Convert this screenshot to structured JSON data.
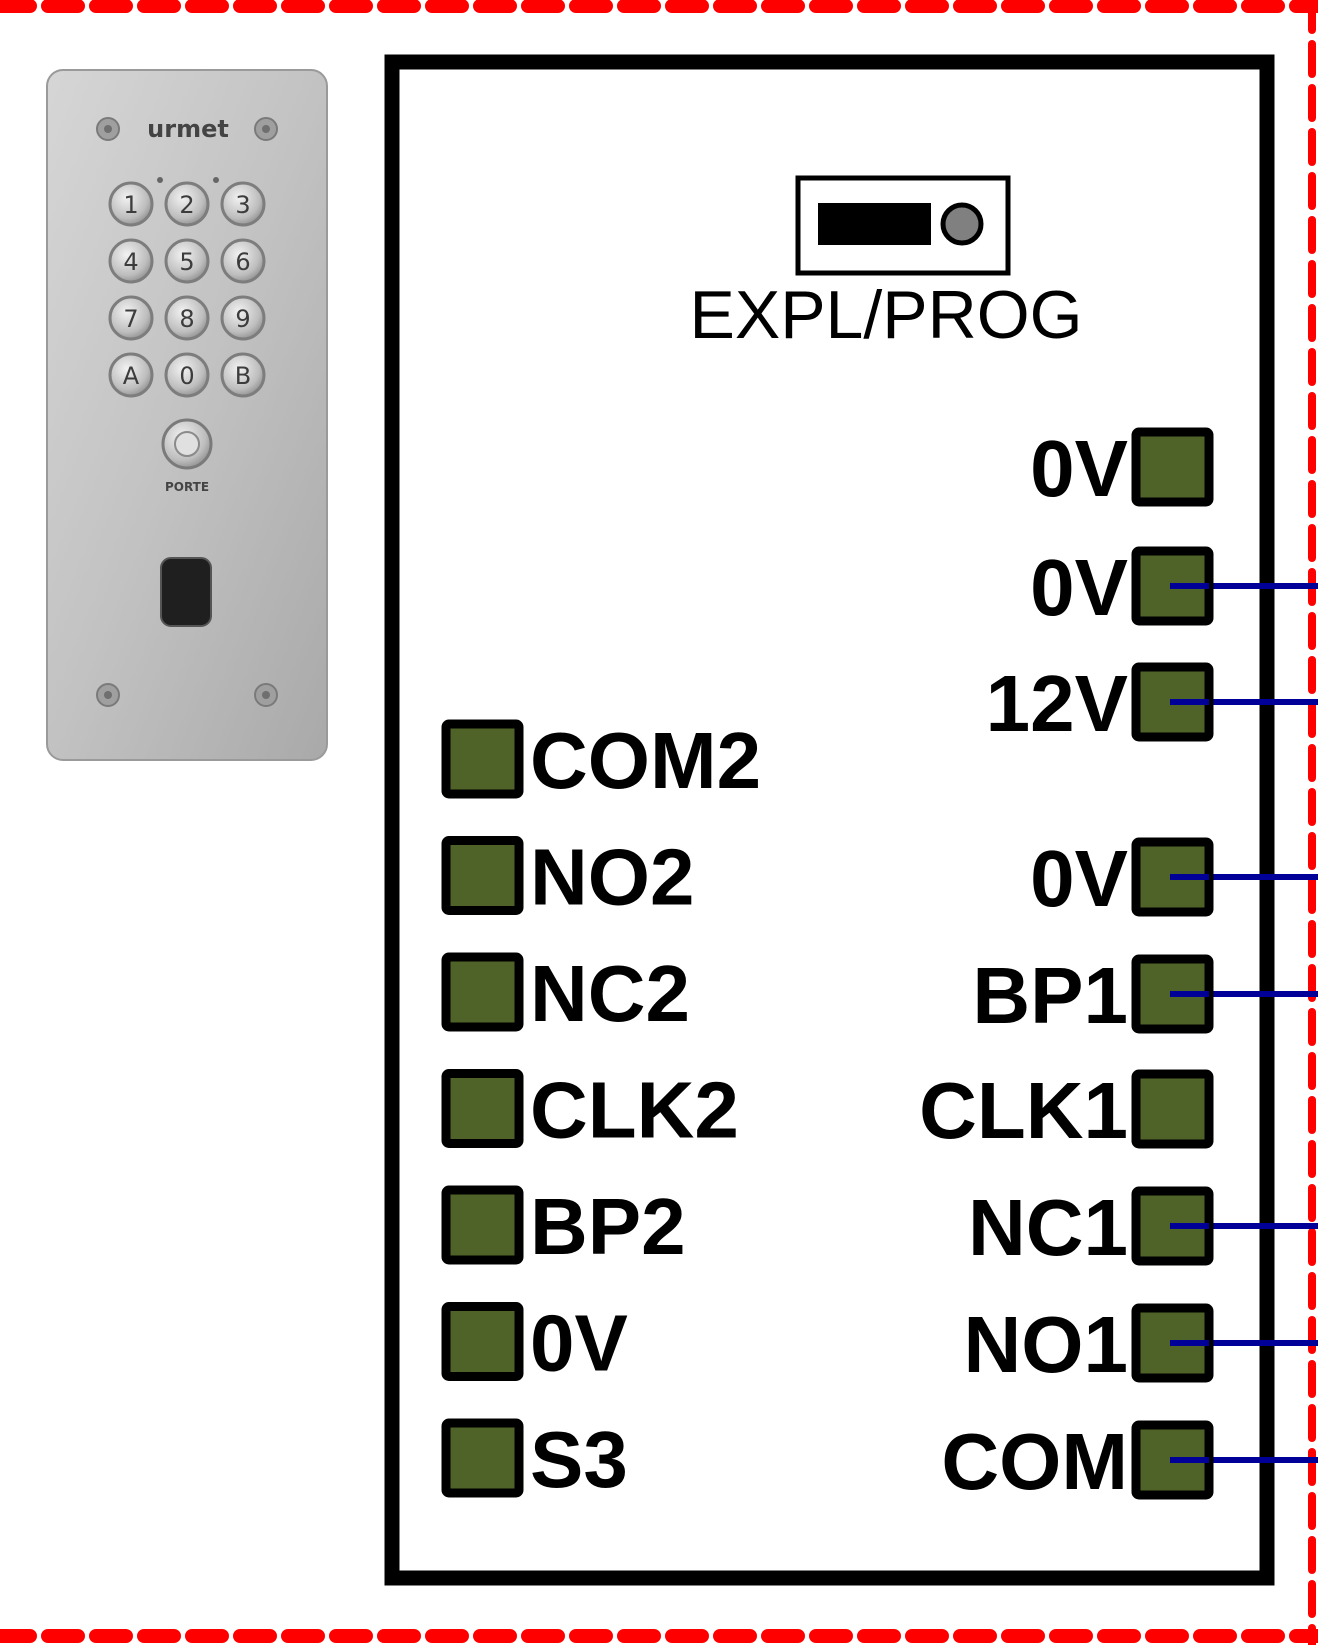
{
  "keypad": {
    "brand": "urmet",
    "keys": [
      "1",
      "2",
      "3",
      "4",
      "5",
      "6",
      "7",
      "8",
      "9",
      "A",
      "0",
      "B"
    ],
    "door_button_label": "PORTE"
  },
  "module": {
    "jumper_label": "EXPL/PROG",
    "left_terminals": [
      "COM2",
      "NO2",
      "NC2",
      "CLK2",
      "BP2",
      "0V",
      "S3"
    ],
    "right_terminals": [
      {
        "label": "0V",
        "wired": false
      },
      {
        "label": "0V",
        "wired": true
      },
      {
        "label": "12V",
        "wired": true
      },
      {
        "label": "0V",
        "wired": true
      },
      {
        "label": "BP1",
        "wired": true
      },
      {
        "label": "CLK1",
        "wired": false
      },
      {
        "label": "NC1",
        "wired": true
      },
      {
        "label": "NO1",
        "wired": true
      },
      {
        "label": "COM",
        "wired": true
      }
    ]
  },
  "colors": {
    "border_dash": "#ff0000",
    "terminal_fill": "#4f6228",
    "wire": "#000099",
    "panel_steel": "#c9c9c9"
  }
}
